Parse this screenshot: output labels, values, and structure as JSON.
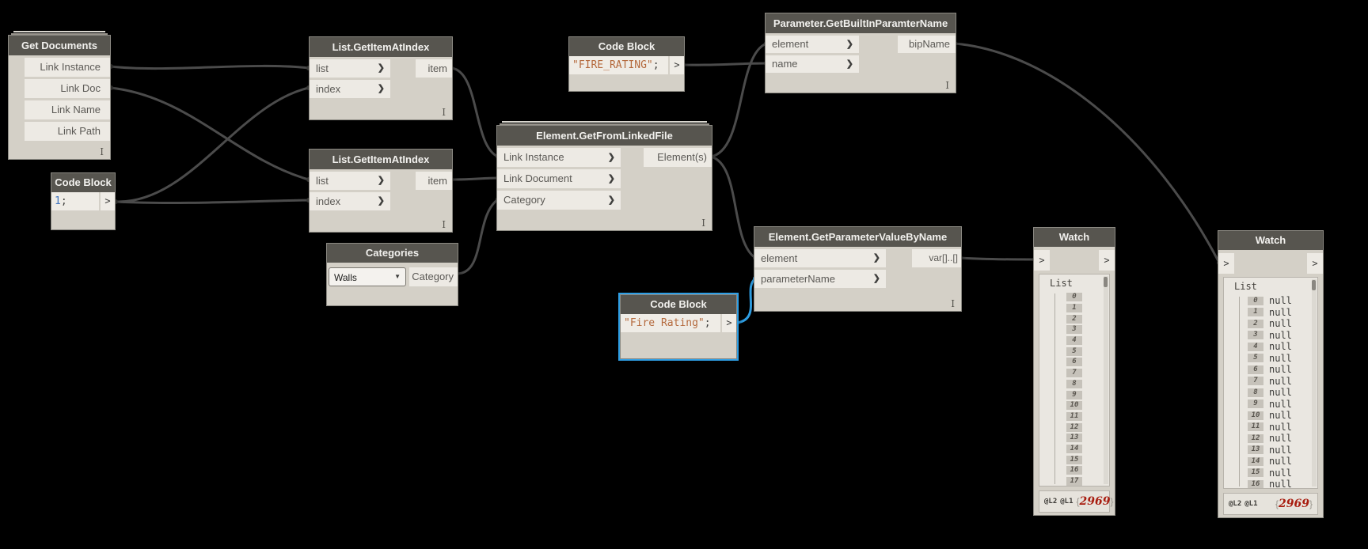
{
  "colors": {
    "background": "#000000",
    "node_header": "#57554f",
    "node_body": "#d4d0c7",
    "port_chip": "#edeae4",
    "wire": "#4b4b4b",
    "selection_blue": "#2f9fe5",
    "code_string": "#b4693c",
    "code_number": "#3f74bf",
    "watch_count_red": "#a81d10"
  },
  "icons": {
    "chevron_right": "❯",
    "dropdown_arrow": "▼"
  },
  "nodes": {
    "get_documents": {
      "title": "Get Documents",
      "outputs": [
        "Link Instance",
        "Link Doc",
        "Link Name",
        "Link Path"
      ],
      "lacing": "I"
    },
    "code_block_index": {
      "title": "Code Block",
      "number": "1",
      "semicolon": ";",
      "port": ">"
    },
    "list_get_item_1": {
      "title": "List.GetItemAtIndex",
      "inputs": [
        "list",
        "index"
      ],
      "output": "item",
      "lacing": "I"
    },
    "list_get_item_2": {
      "title": "List.GetItemAtIndex",
      "inputs": [
        "list",
        "index"
      ],
      "output": "item",
      "lacing": "I"
    },
    "code_block_fire_caps": {
      "title": "Code Block",
      "string": "\"FIRE_RATING\"",
      "semicolon": ";",
      "port": ">"
    },
    "parameter_get_built_in": {
      "title": "Parameter.GetBuiltInParamterName",
      "inputs": [
        "element",
        "name"
      ],
      "output": "bipName",
      "lacing": "I"
    },
    "element_get_from_linked_file": {
      "title": "Element.GetFromLinkedFile",
      "inputs": [
        "Link Instance",
        "Link Document",
        "Category"
      ],
      "output": "Element(s)",
      "lacing": "I"
    },
    "categories": {
      "title": "Categories",
      "selected_option": "Walls",
      "output": "Category"
    },
    "code_block_fire": {
      "title": "Code Block",
      "string": "\"Fire Rating\"",
      "semicolon": ";",
      "port": ">"
    },
    "element_get_parameter_value": {
      "title": "Element.GetParameterValueByName",
      "inputs": [
        "element",
        "parameterName"
      ],
      "output": "var[]..[]",
      "lacing": "I"
    },
    "watch_1": {
      "title": "Watch",
      "input_port": ">",
      "output_port": ">",
      "list_label": "List",
      "rows": [
        {
          "i": "0",
          "v": ""
        },
        {
          "i": "1",
          "v": ""
        },
        {
          "i": "2",
          "v": ""
        },
        {
          "i": "3",
          "v": ""
        },
        {
          "i": "4",
          "v": ""
        },
        {
          "i": "5",
          "v": ""
        },
        {
          "i": "6",
          "v": ""
        },
        {
          "i": "7",
          "v": ""
        },
        {
          "i": "8",
          "v": ""
        },
        {
          "i": "9",
          "v": ""
        },
        {
          "i": "10",
          "v": ""
        },
        {
          "i": "11",
          "v": ""
        },
        {
          "i": "12",
          "v": ""
        },
        {
          "i": "13",
          "v": ""
        },
        {
          "i": "14",
          "v": ""
        },
        {
          "i": "15",
          "v": ""
        },
        {
          "i": "16",
          "v": ""
        },
        {
          "i": "17",
          "v": ""
        }
      ],
      "footer": {
        "l2": "@L2",
        "l1": "@L1",
        "brace_open": "{",
        "count": "2969",
        "brace_close": "}"
      }
    },
    "watch_2": {
      "title": "Watch",
      "input_port": ">",
      "output_port": ">",
      "list_label": "List",
      "rows": [
        {
          "i": "0",
          "v": "null"
        },
        {
          "i": "1",
          "v": "null"
        },
        {
          "i": "2",
          "v": "null"
        },
        {
          "i": "3",
          "v": "null"
        },
        {
          "i": "4",
          "v": "null"
        },
        {
          "i": "5",
          "v": "null"
        },
        {
          "i": "6",
          "v": "null"
        },
        {
          "i": "7",
          "v": "null"
        },
        {
          "i": "8",
          "v": "null"
        },
        {
          "i": "9",
          "v": "null"
        },
        {
          "i": "10",
          "v": "null"
        },
        {
          "i": "11",
          "v": "null"
        },
        {
          "i": "12",
          "v": "null"
        },
        {
          "i": "13",
          "v": "null"
        },
        {
          "i": "14",
          "v": "null"
        },
        {
          "i": "15",
          "v": "null"
        },
        {
          "i": "16",
          "v": "null"
        }
      ],
      "footer": {
        "l2": "@L2",
        "l1": "@L1",
        "brace_open": "{",
        "count": "2969",
        "brace_close": "}"
      }
    }
  }
}
